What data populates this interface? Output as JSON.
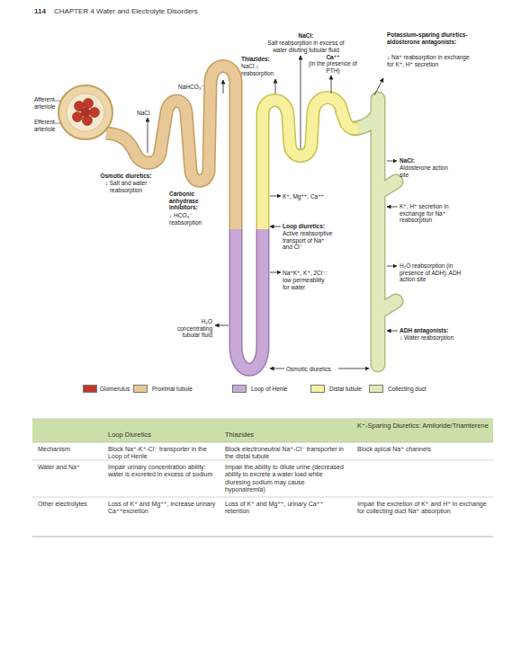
{
  "diagram": {
    "labels": [
      "114",
      "CHAPTER 4 Water and Electrolyte Disorders",
      "Afferent arteriole",
      "Efferent arteriole",
      "NaCl",
      "Osmotic diuretics:",
      "↓ Salt and water reabsorption",
      "Carbonic anhydrase inhibitors:",
      "↓ HCO₃⁻ reabsorption",
      "NaHCO₃⁻",
      "Thiazides:",
      "NaCl ↓ reabsorption",
      "NaCl:",
      "Salt reabsorption in excess of water diluting tubular fluid",
      "Ca⁺⁺",
      "(in the presence of PTH)",
      "Potassium-sparing diuretics-aldosterone antagonists:",
      "↓ Na⁺ reabsorption in exchange for K⁺, H⁺ secretion",
      "NaCl:",
      "Aldosterone action site",
      "K⁺, H⁺ secretion in exchange for Na⁺ reabsorption",
      "H₂O reabsorption (in presence of ADH): ADH action site",
      "ADH antagonists:",
      "↓ Water reabsorption",
      "K⁺, Mg⁺⁺, Ca⁺⁺",
      "Loop diuretics:",
      "Active reabsorptive transport of Na⁺ and Cl⁻",
      "Na⁺K⁺, K⁺, 2Cl⁻:",
      "low permeability for water",
      "H₂O concentrating tubular fluid",
      "Osmotic diuretics",
      "Loop Diuretics",
      "Thiazides",
      "K⁺-Sparing Diuretics: Amiloride/Triamterene",
      "Mechanism",
      "Block Na⁺-K⁺-Cl⁻ transporter in the Loop of Henle",
      "Block electroneutral Na⁺-Cl⁻ transporter in the distal tubule",
      "Block apical Na⁺ channels",
      "Water and Na⁺",
      "Impair urinary concentration ability: water is excreted in excess of sodium",
      "Impair the ability to dilute urine (decreased ability to excrete a water load while diuresing sodium may cause hyponatremia)",
      "Other electrolytes",
      "Loss of K⁺ and Mg⁺⁺, increase urinary Ca⁺⁺excretion",
      "Loss of K⁺ and Mg⁺⁺, urinary Ca⁺⁺ retention",
      "Impair the excretion of K⁺ and H⁺ in exchange for collecting duct Na⁺ absorption"
    ],
    "legend": [
      {
        "text": "Glomerulus",
        "color": "#c0392b"
      },
      {
        "text": "Proximal tubule",
        "color": "#e8c896"
      },
      {
        "text": "Loop of Henle",
        "color": "#c8a8d6"
      },
      {
        "text": "Distal tubule",
        "color": "#f7f09c"
      },
      {
        "text": "Collecting duct",
        "color": "#dfeabb"
      }
    ]
  }
}
